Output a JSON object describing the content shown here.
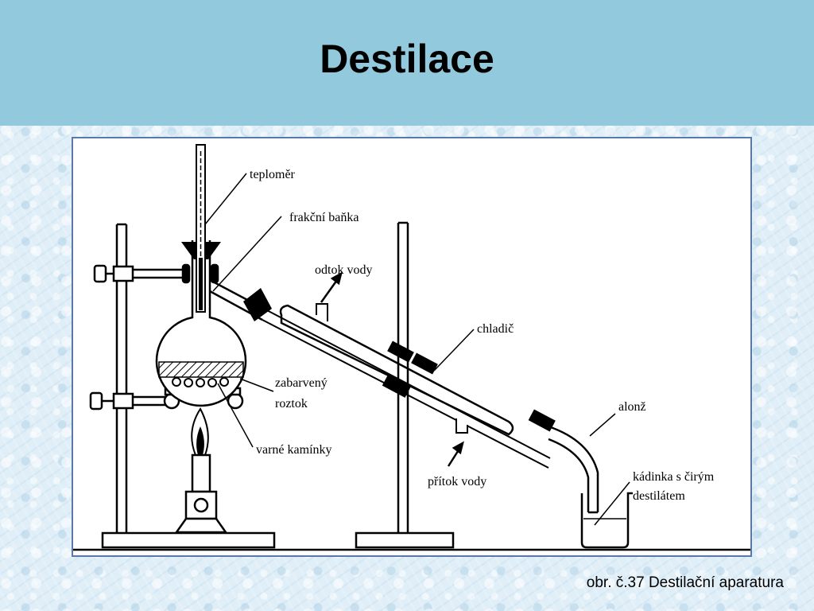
{
  "slide": {
    "title": "Destilace",
    "caption": "obr. č.37 Destilační aparatura"
  },
  "diagram": {
    "labels": {
      "thermometer": "teploměr",
      "flask": "frakční baňka",
      "water_out": "odtok vody",
      "condenser": "chladič",
      "colored_solution_line1": "zabarvený",
      "colored_solution_line2": "roztok",
      "adapter": "alonž",
      "boiling_chips": "varné kamínky",
      "beaker_line1": "kádinka s čirým",
      "beaker_line2": "destilátem",
      "water_in": "přítok vody"
    }
  },
  "colors": {
    "title_band": "#92c9dc",
    "frame_border": "#5b79a8",
    "background": "#dfeef7"
  }
}
